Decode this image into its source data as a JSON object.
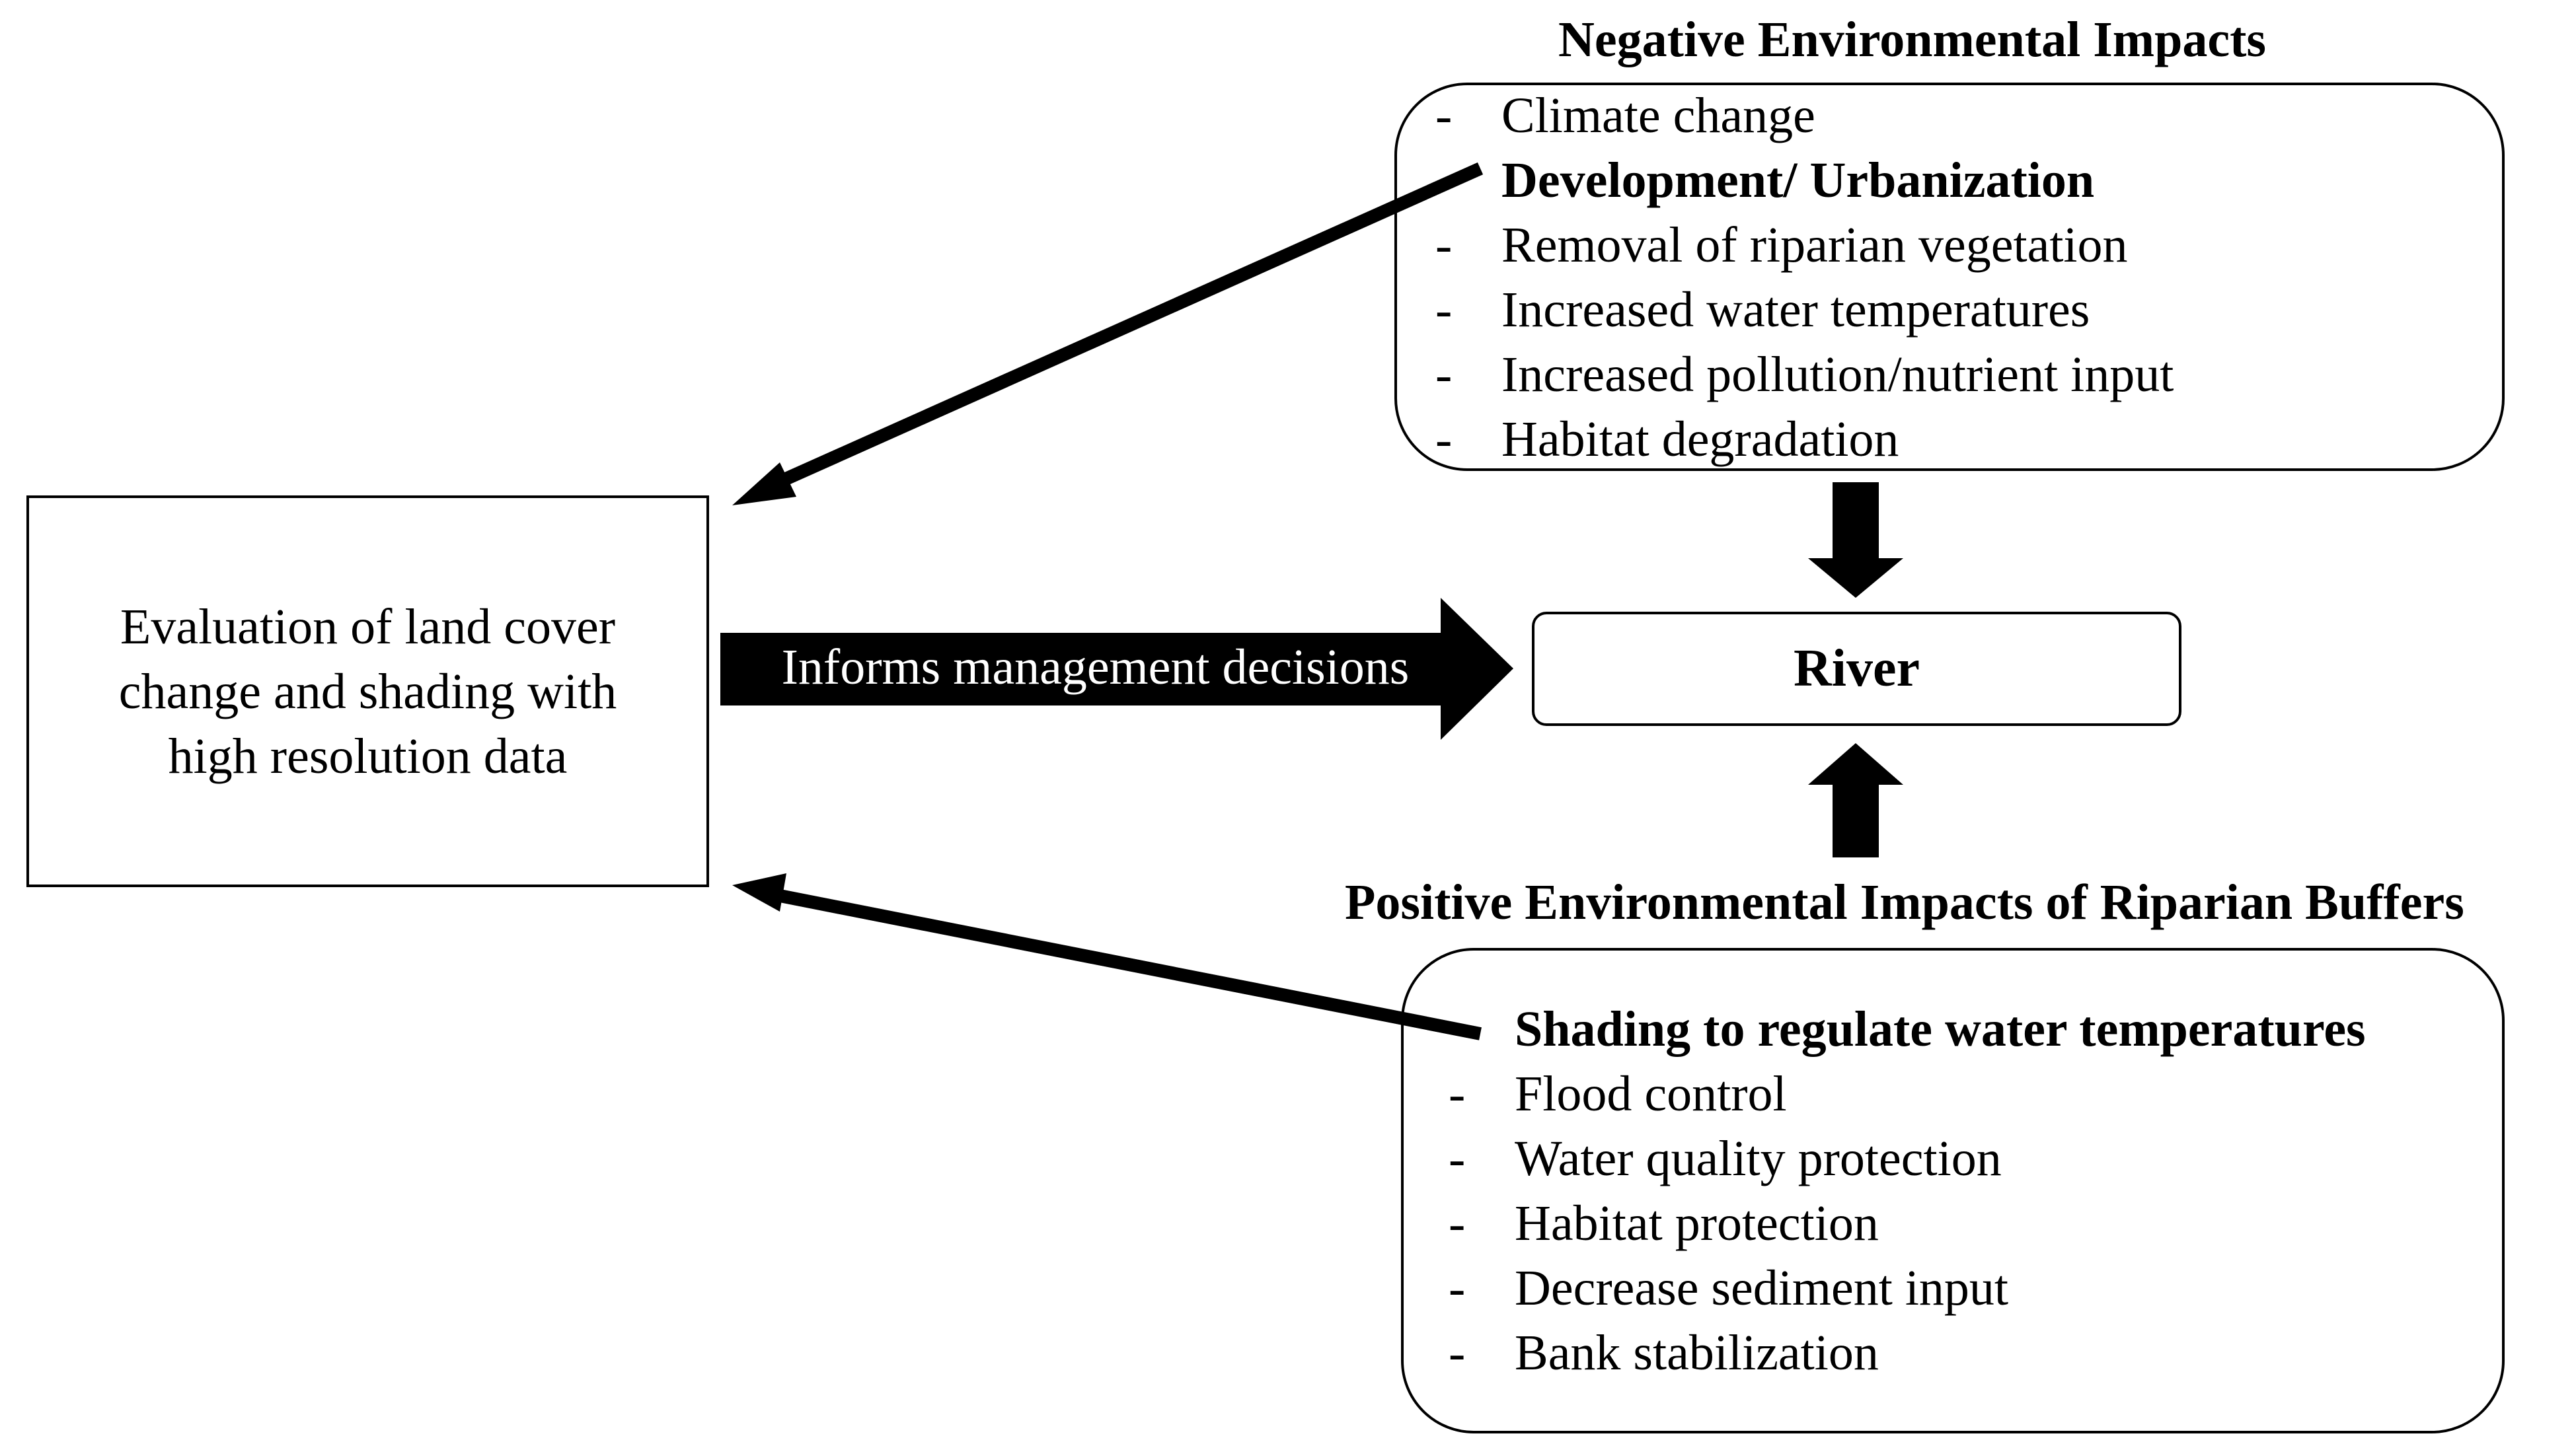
{
  "negative": {
    "heading": "Negative Environmental Impacts",
    "items": [
      {
        "text": "Climate change",
        "bullet": "-"
      },
      {
        "text": "Development/ Urbanization",
        "bullet": ""
      },
      {
        "text": "Removal of riparian vegetation",
        "bullet": "-"
      },
      {
        "text": "Increased water temperatures",
        "bullet": "-"
      },
      {
        "text": "Increased pollution/nutrient input",
        "bullet": "-"
      },
      {
        "text": "Habitat degradation",
        "bullet": "-"
      }
    ]
  },
  "evaluation": {
    "text": "Evaluation of land cover change and shading with high resolution data"
  },
  "informs": {
    "label": "Informs management decisions"
  },
  "river": {
    "label": "River"
  },
  "positive": {
    "heading": "Positive Environmental Impacts of Riparian Buffers",
    "items": [
      {
        "text": "Shading to regulate water temperatures",
        "bullet": ""
      },
      {
        "text": "Flood control",
        "bullet": "-"
      },
      {
        "text": "Water quality protection",
        "bullet": "-"
      },
      {
        "text": "Habitat protection",
        "bullet": "-"
      },
      {
        "text": "Decrease sediment input",
        "bullet": "-"
      },
      {
        "text": "Bank stabilization",
        "bullet": "-"
      }
    ]
  },
  "colors": {
    "stroke": "#000000",
    "background": "#ffffff"
  }
}
